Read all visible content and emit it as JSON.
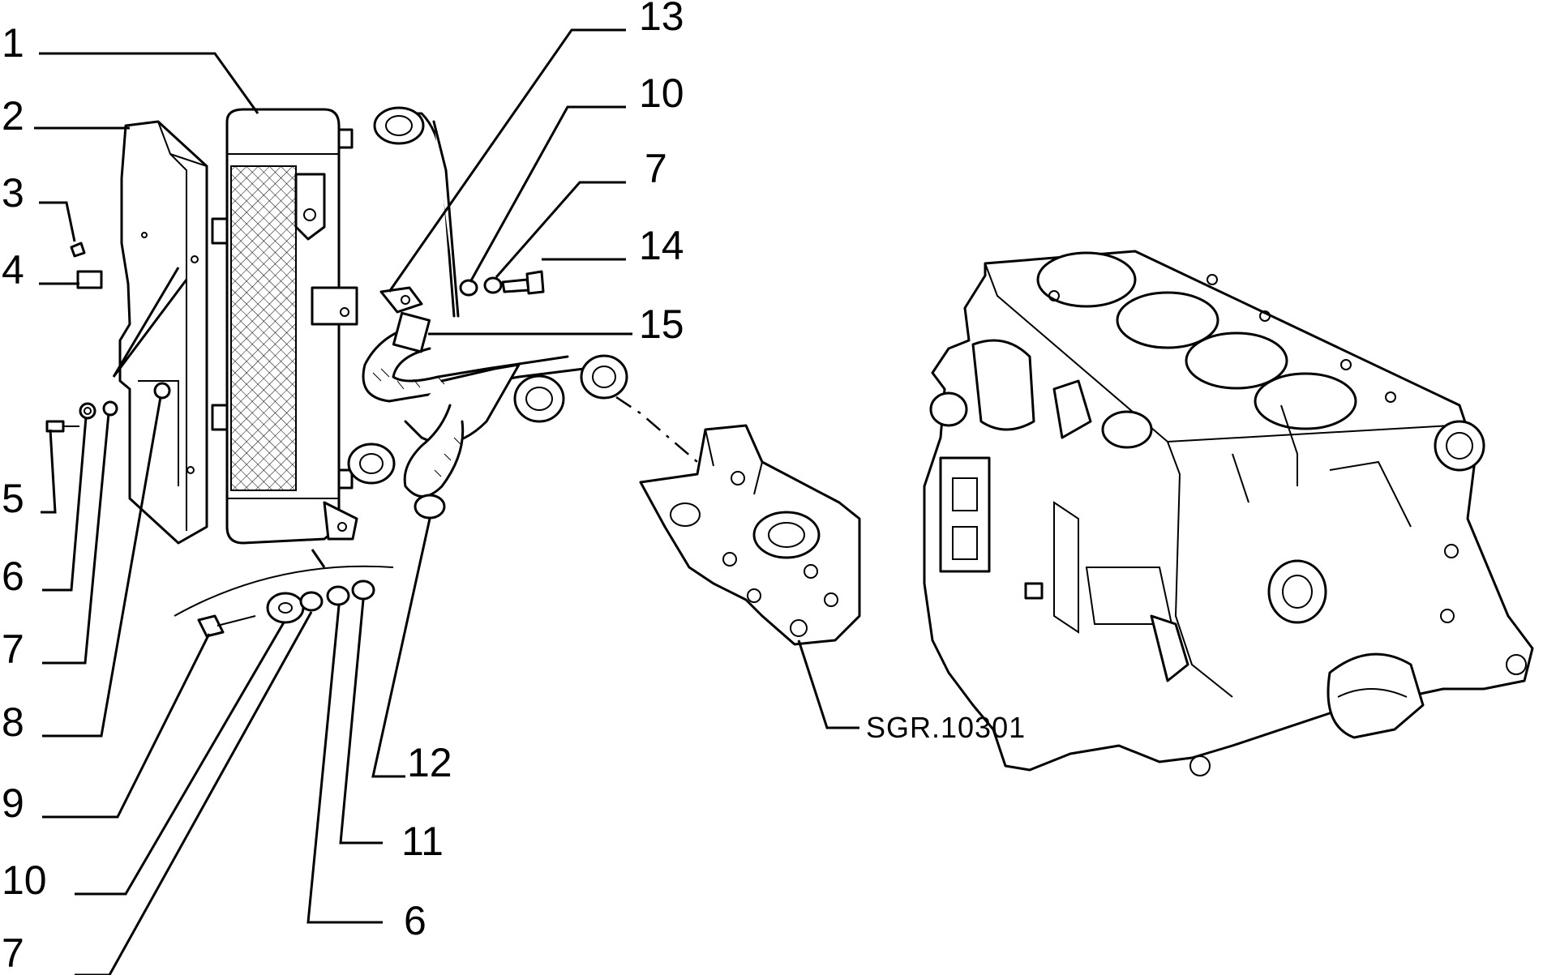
{
  "callouts": {
    "c1": "1",
    "c2": "2",
    "c3": "3",
    "c4": "4",
    "c5": "5",
    "c6a": "6",
    "c7a": "7",
    "c8": "8",
    "c9": "9",
    "c10a": "10",
    "c7b": "7",
    "c13": "13",
    "c10b": "10",
    "c7c": "7",
    "c14": "14",
    "c15": "15",
    "c12": "12",
    "c11": "11",
    "c6b": "6"
  },
  "reference_code": "SGR.10301"
}
